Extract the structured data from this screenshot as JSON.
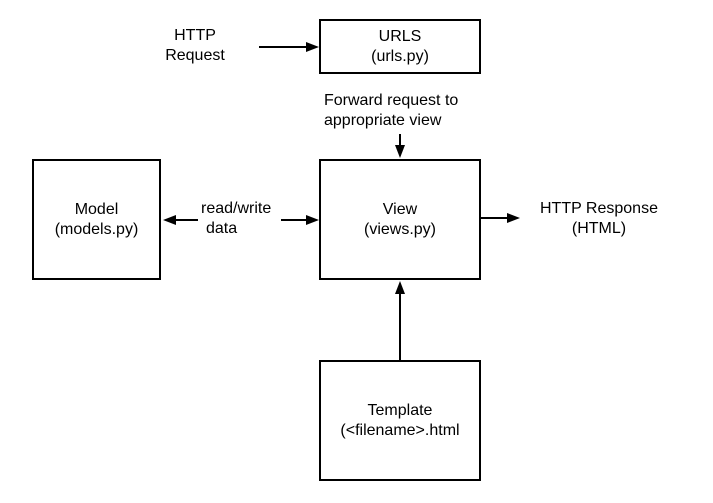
{
  "http_request": {
    "line1": "HTTP",
    "line2": "Request"
  },
  "urls_box": {
    "title": "URLS",
    "subtitle": "(urls.py)"
  },
  "forward_label": {
    "line1": "Forward request to",
    "line2": "appropriate view"
  },
  "model_box": {
    "title": "Model",
    "subtitle": "(models.py)"
  },
  "read_write_label": {
    "line1": "read/write",
    "line2": "data"
  },
  "view_box": {
    "title": "View",
    "subtitle": "(views.py)"
  },
  "http_response": {
    "line1": "HTTP Response",
    "line2": "(HTML)"
  },
  "template_box": {
    "title": "Template",
    "subtitle": "(<filename>.html"
  }
}
